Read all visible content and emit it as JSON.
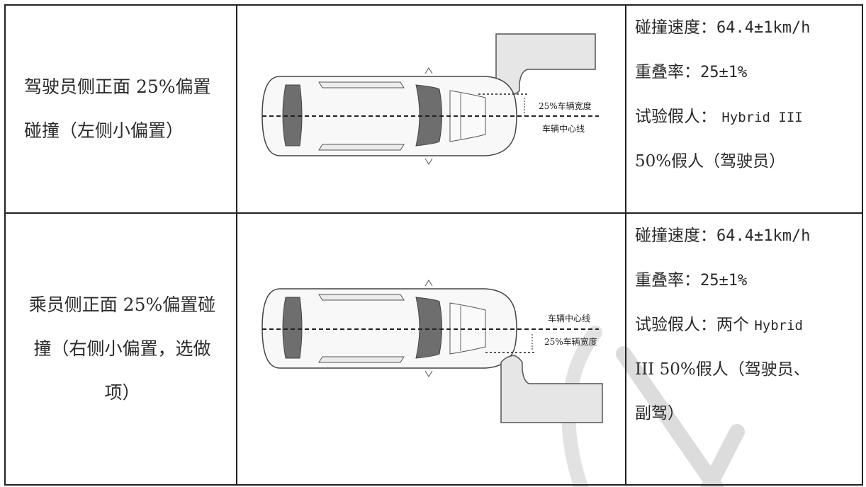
{
  "rows": [
    {
      "scenario_line1": "驾驶员侧正面 25%偏置",
      "scenario_line2": "碰撞（左侧小偏置）",
      "diagram": {
        "offset_label": "25%车辆宽度",
        "center_label": "车辆中心线",
        "barrier_side": "left"
      },
      "params": {
        "speed_label": "碰撞速度：",
        "speed_value": "64.4±1km/h",
        "overlap_label": "重叠率：",
        "overlap_value": "25±1%",
        "dummy_label": "试验假人：",
        "dummy_value": "Hybrid III",
        "dummy_line2": "50%假人（驾驶员）"
      }
    },
    {
      "scenario_line1": "乘员侧正面 25%偏置碰",
      "scenario_line2": "撞（右侧小偏置，选做",
      "scenario_line3": "项）",
      "diagram": {
        "offset_label": "25%车辆宽度",
        "center_label": "车辆中心线",
        "barrier_side": "right"
      },
      "params": {
        "speed_label": "碰撞速度：",
        "speed_value": "64.4±1km/h",
        "overlap_label": "重叠率：",
        "overlap_value": "25±1%",
        "dummy_label": "试验假人：两个",
        "dummy_value": "Hybrid",
        "dummy_line2": "III 50%假人（驾驶员、",
        "dummy_line3": "副驾）"
      }
    }
  ]
}
